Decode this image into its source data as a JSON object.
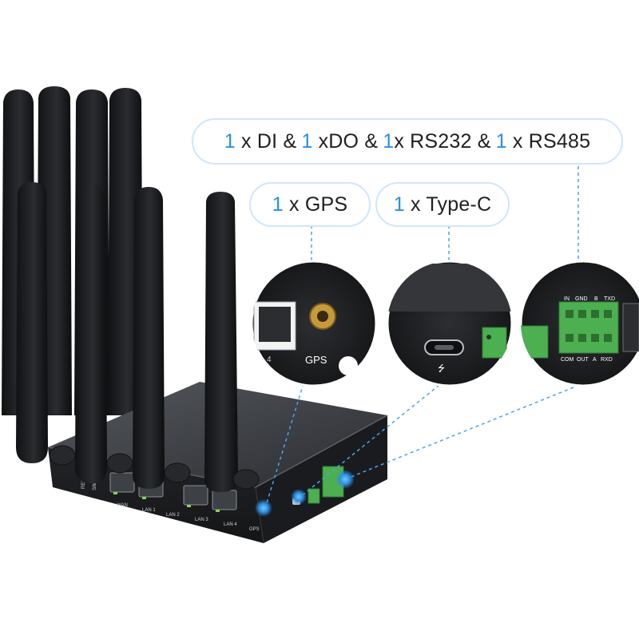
{
  "callouts": {
    "io": {
      "parts": [
        {
          "num": "1",
          "text": "x DI &"
        },
        {
          "num": "1",
          "text": "xDO &"
        },
        {
          "num": "1",
          "text": "x RS232 &"
        },
        {
          "num": "1",
          "text": "x RS485"
        }
      ]
    },
    "gps": {
      "num": "1",
      "text": "x GPS"
    },
    "typec": {
      "num": "1",
      "text": "x Type-C"
    }
  },
  "zoom_gps": {
    "label": "GPS",
    "side_number": "4"
  },
  "zoom_terminal": {
    "top_labels": [
      "IN",
      "GND",
      "B",
      "TXD"
    ],
    "bottom_labels": [
      "COM",
      "OUT",
      "A",
      "RXD"
    ]
  },
  "router": {
    "port_labels": [
      "WAN",
      "LAN 1",
      "LAN 2",
      "LAN 3",
      "LAN 4",
      "GPS"
    ],
    "side_labels": [
      "RESET",
      "SIM"
    ]
  },
  "colors": {
    "accent": "#2b8fe6",
    "callout_border": "#cfe6fb",
    "guide_line": "#4fa3ea",
    "terminal_green": "#4caf50",
    "device_body": "#1d1e20"
  }
}
